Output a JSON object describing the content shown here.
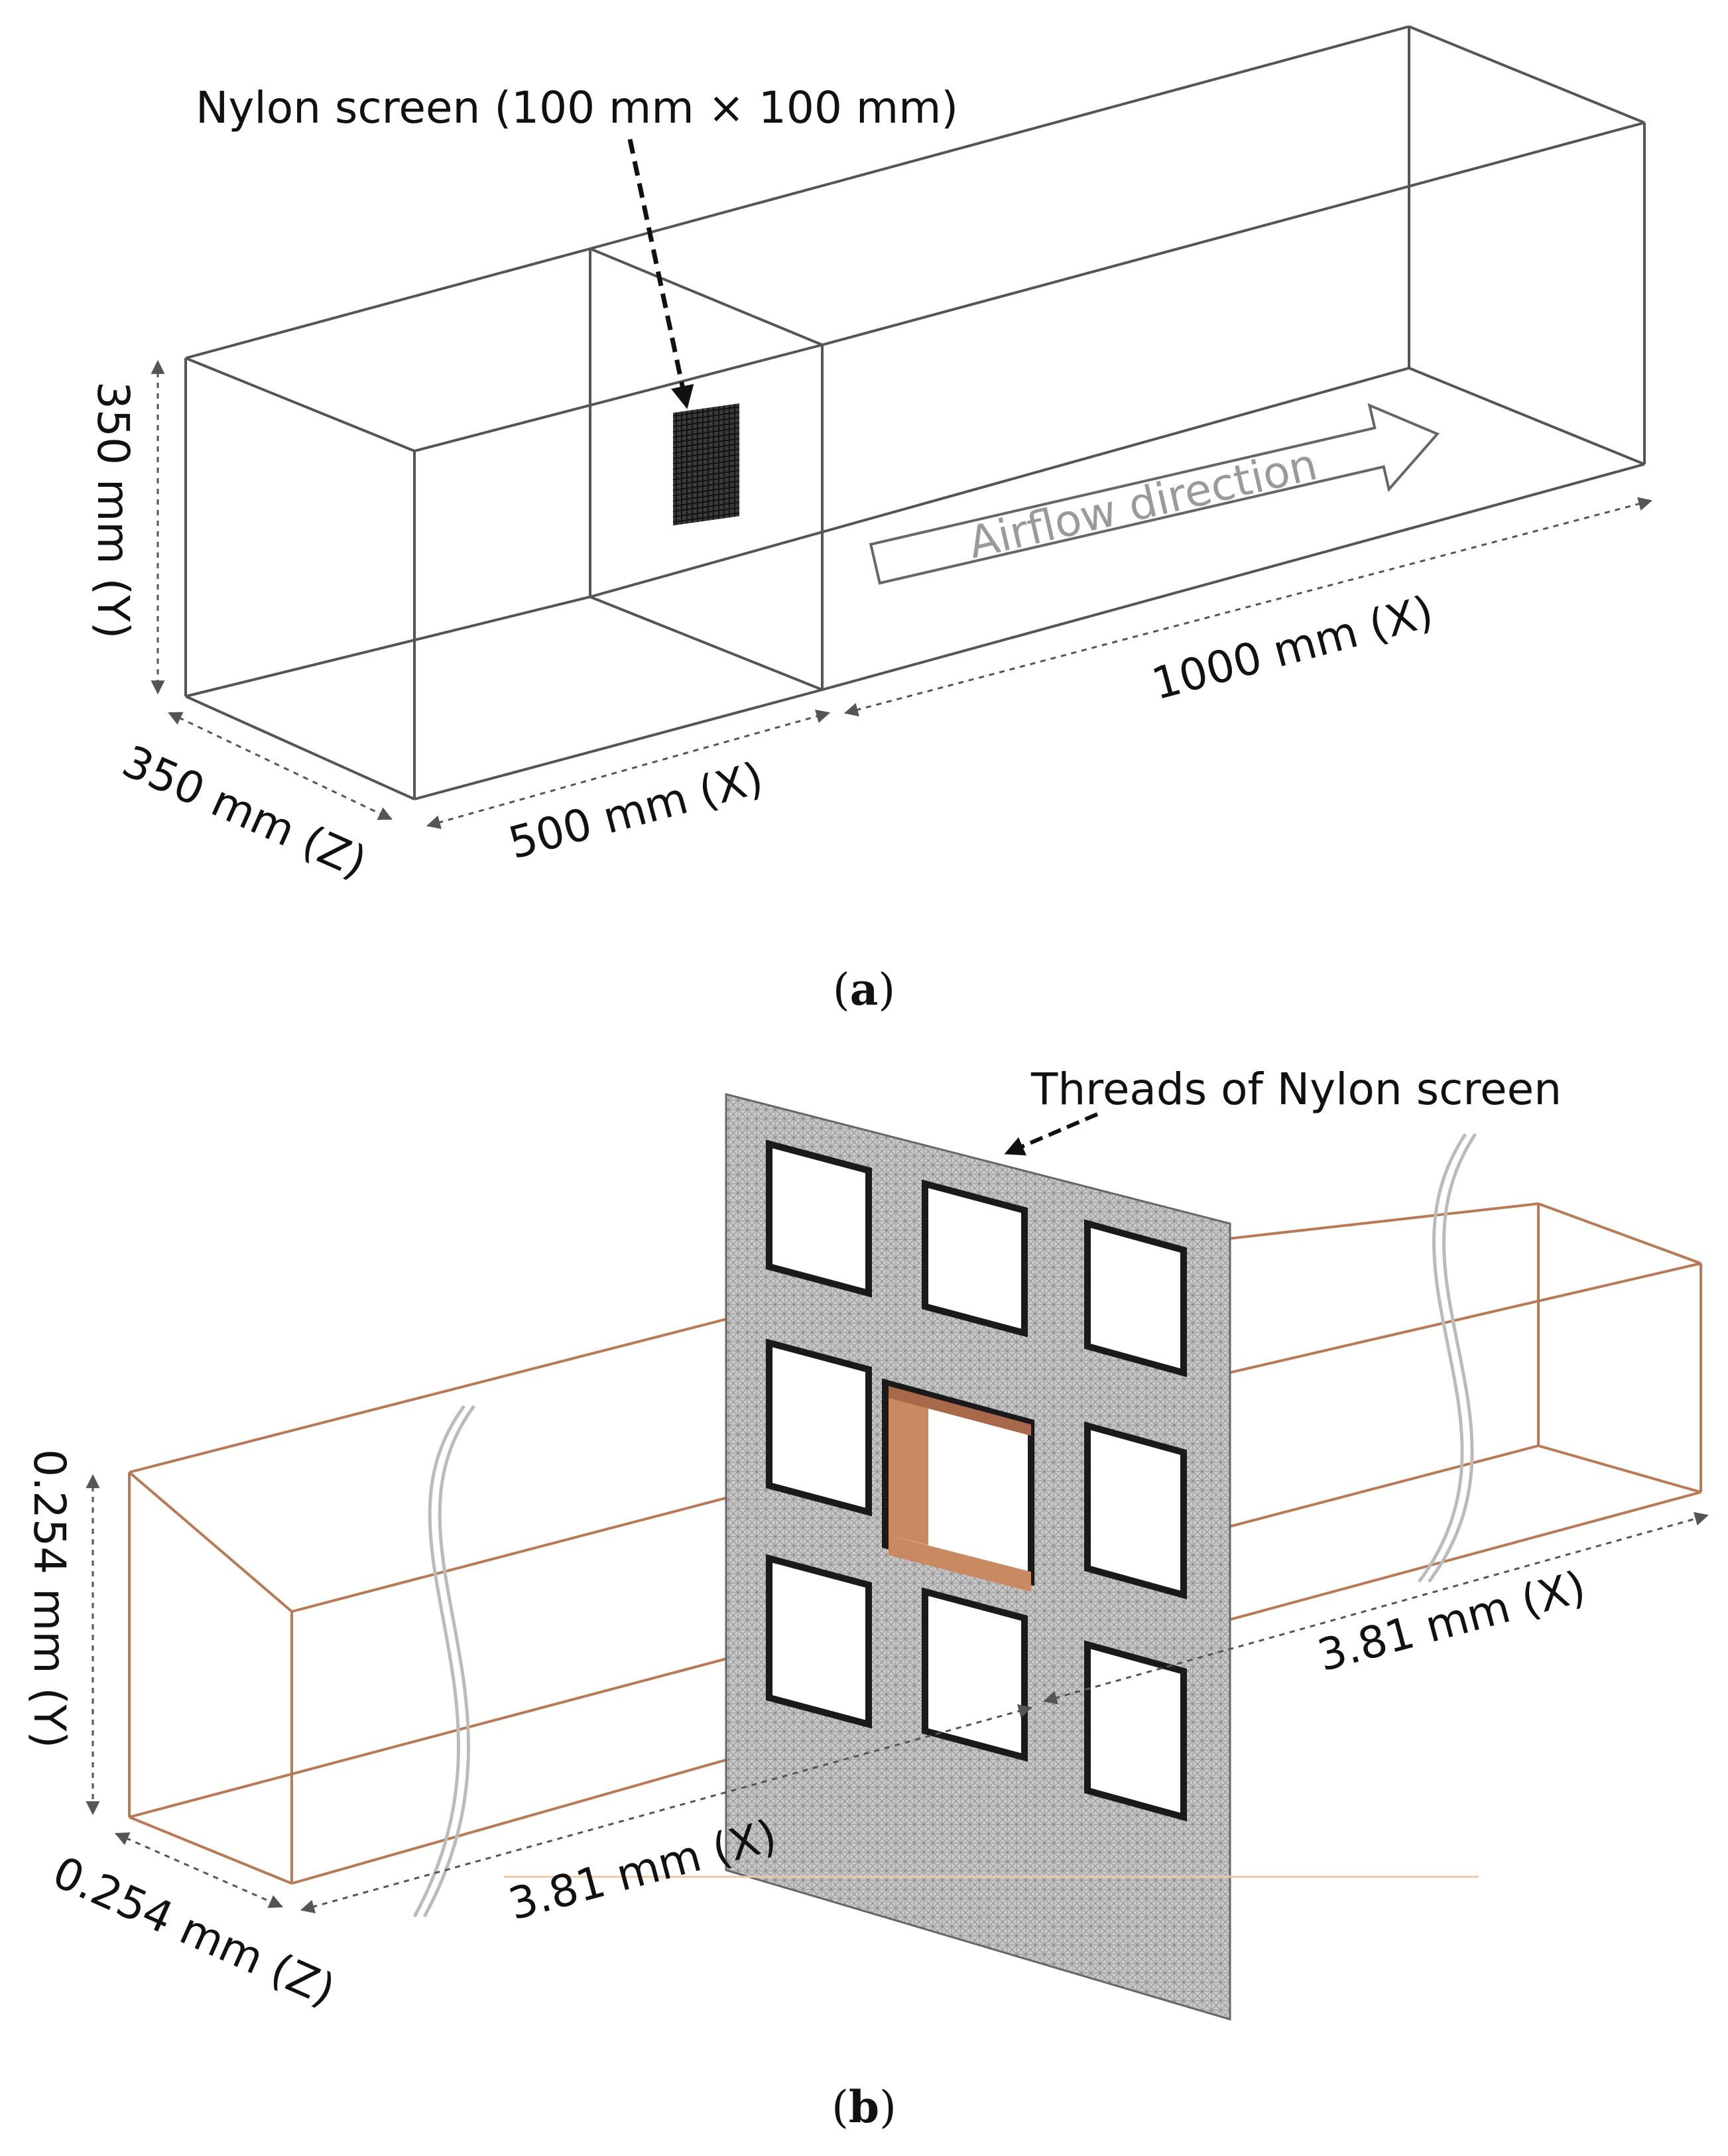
{
  "panel_a": {
    "screen_label": "Nylon screen (100 mm × 100 mm)",
    "airflow_label": "Airflow direction",
    "dim_height": "350 mm (Y)",
    "dim_depth": "350 mm (Z)",
    "dim_upstream": "500 mm (X)",
    "dim_downstream": "1000 mm (X)",
    "caption_letter": "a",
    "box_color": "#555555",
    "screen_color": "#2a2a2a"
  },
  "panel_b": {
    "threads_label": "Threads of Nylon screen",
    "dim_height": "0.254 mm (Y)",
    "dim_depth": "0.254 mm (Z)",
    "dim_upstream": "3.81 mm (X)",
    "dim_downstream": "3.81 mm (X)",
    "caption_letter": "b",
    "domain_color": "#b87a55",
    "mesh_color": "#9a9a9a"
  }
}
